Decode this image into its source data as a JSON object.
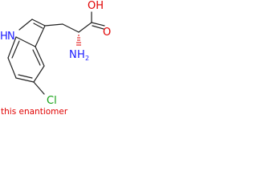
{
  "molecule": {
    "atoms": {
      "oxygen_hydroxyl": "OH",
      "oxygen_carbonyl": "O",
      "nitrogen_indole": "N",
      "hydrogen_indole": "H",
      "nitrogen_amine": "N",
      "hydrogen_amine": "H",
      "amine_subscript": "2",
      "chlorine": "Cl"
    },
    "caption": "this enantiomer"
  },
  "colors": {
    "bond": "#222222",
    "oxygen": "#e00000",
    "nitrogen": "#1a1aff",
    "chlorine": "#10a010",
    "caption": "#e00000",
    "stereo_hash": "#e00000"
  }
}
